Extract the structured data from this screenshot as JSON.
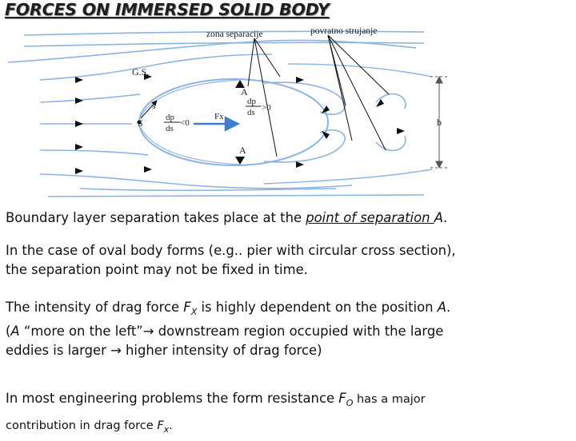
{
  "title": "FORCES ON IMMERSED SOLID BODY",
  "diagram": {
    "label_zona": "zona separacije",
    "label_povratno": "povratno strujanje",
    "label_gs": "G.S.",
    "label_a_top": "A",
    "label_a_bottom": "A",
    "label_s_small": "s",
    "label_S": "S",
    "label_dp1": "dp",
    "label_ds1": "ds",
    "label_lt0": "<0",
    "label_fx": "Fx",
    "label_dp2": "dp",
    "label_ds2": "ds",
    "label_gt0": ">0",
    "label_b": "b"
  },
  "p1": {
    "text_before": "Boundary layer separation takes place at the ",
    "emph": "point of separation ",
    "point": "A",
    "end": "."
  },
  "p2": {
    "line1": "In the case of oval body forms (e.g.. pier with circular cross section),",
    "line2": "the separation point may not be fixed in time."
  },
  "p3": {
    "line1_before": "The intensity of drag force ",
    "fx_main": "F",
    "fx_sub": "X",
    "line1_after": " is highly dependent on the position ",
    "point": "A",
    "line1_end": ".",
    "line2_open": "(",
    "line2_point": "A",
    "line2_mid": " “more on the left”",
    "arrow1": "→",
    "line2_after": " downstream region occupied with the large",
    "line3_before": "eddies is larger ",
    "arrow2": "→",
    "line3_after": " higher intensity of drag force)"
  },
  "p4": {
    "line1_before": "In most engineering problems the form resistance ",
    "fo_main": "F",
    "fo_sub": "O",
    "line1_after": " has a major",
    "line2_before": "contribution in drag force ",
    "fx_main": "F",
    "fx_sub": "x",
    "line2_end": "."
  }
}
